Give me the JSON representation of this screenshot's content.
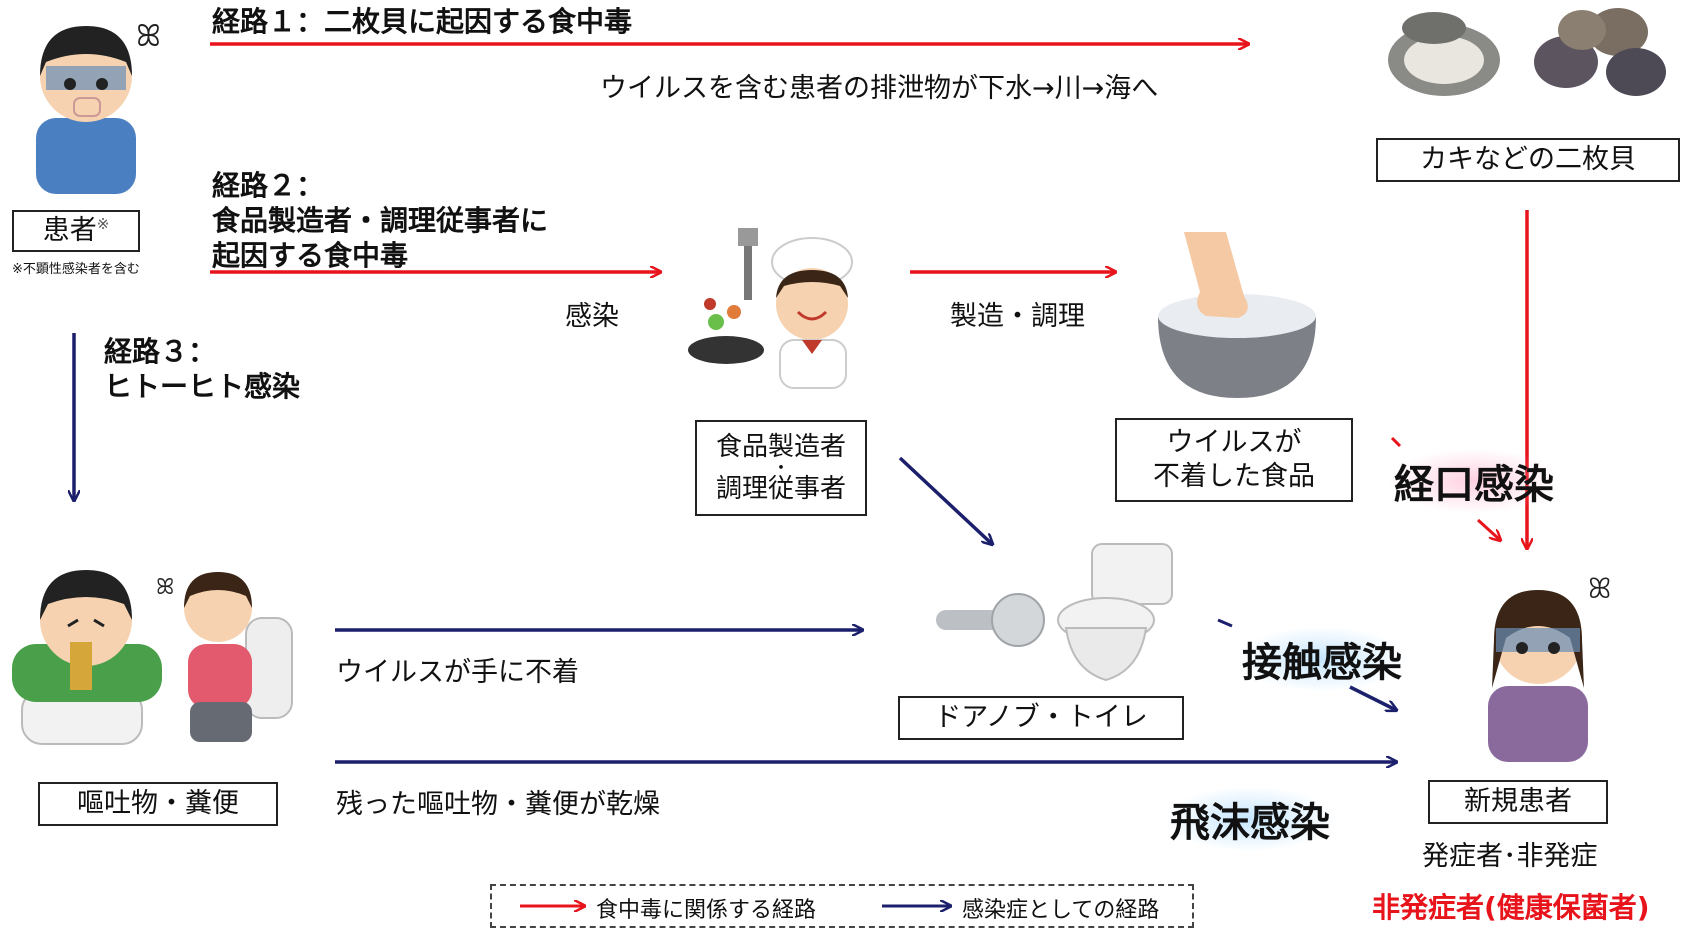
{
  "routes": {
    "route1": "経路１：二枚貝に起因する食中毒",
    "route1_note": "ウイルスを含む患者の排泄物が下水→川→海へ",
    "route2_line1": "経路２：",
    "route2_line2": "食品製造者・調理従事者に",
    "route2_line3": "起因する食中毒",
    "route3_line1": "経路３：",
    "route3_line2": "ヒトーヒト感染"
  },
  "boxes": {
    "patient": "患者",
    "patient_mark": "※",
    "patient_note": "※不顕性感染者を含む",
    "shellfish": "カキなどの二枚貝",
    "food_worker_line1": "食品製造者",
    "food_worker_dot": "・",
    "food_worker_line2": "調理従事者",
    "contaminated_food_line1": "ウイルスが",
    "contaminated_food_line2": "不着した食品",
    "door_toilet": "ドアノブ・トイレ",
    "vomit_feces": "嘔吐物・糞便",
    "new_patient": "新規患者"
  },
  "labels": {
    "infection": "感染",
    "manufacture": "製造・調理",
    "virus_on_hands": "ウイルスが手に不着",
    "dried_vomit": "残った嘔吐物・糞便が乾燥",
    "oral_infection": "経口感染",
    "contact_infection": "接触感染",
    "droplet_infection": "飛沫感染",
    "symptomatic": "発症者･非発症",
    "asymptomatic_carrier": "非発症者(健康保菌者)"
  },
  "legend": {
    "food_poisoning_route": "食中毒に関係する経路",
    "infection_route": "感染症としての経路"
  },
  "colors": {
    "red_route": "#e8141c",
    "navy_route": "#1c1f6b",
    "carrier_text": "#e8141c"
  },
  "icons": [
    "sick-patient-icon",
    "oyster-icon",
    "clams-icon",
    "cook-icon",
    "hand-bowl-icon",
    "vomiting-child-icon",
    "woman-toilet-icon",
    "doorknob-icon",
    "toilet-icon",
    "new-patient-icon"
  ]
}
